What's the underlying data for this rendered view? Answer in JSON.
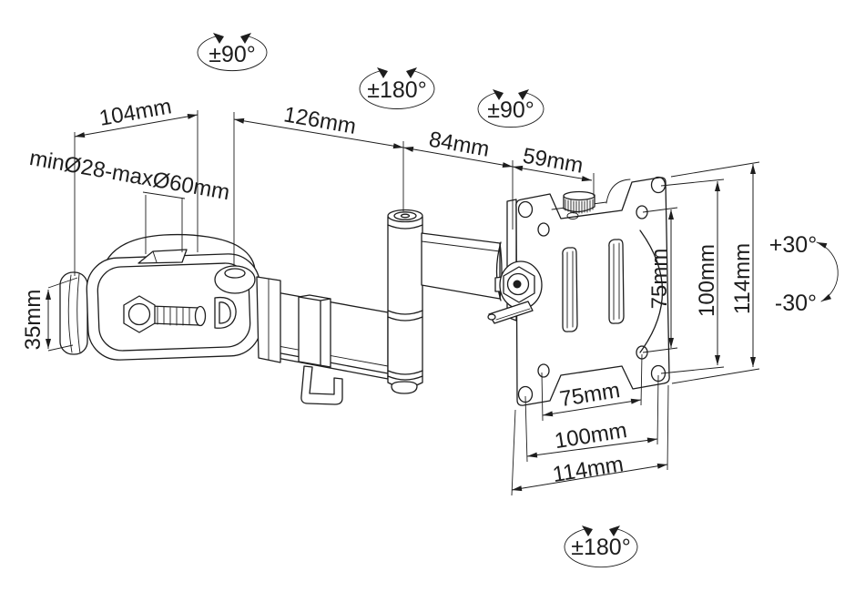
{
  "drawing": {
    "type": "technical-line-drawing",
    "subject": "articulating pole-mount monitor arm with VESA plate",
    "colors": {
      "line": "#1d1d1d",
      "background": "#ffffff"
    },
    "rotation_labels": {
      "clamp_swivel": "±90°",
      "mid_swivel": "±180°",
      "head_swivel": "±90°",
      "plate_rotation": "±180°",
      "tilt_up": "+30°",
      "tilt_down": "-30°"
    },
    "dimension_labels": {
      "clamp_depth": "104mm",
      "pole_diameter_range": "minØ28-maxØ60mm",
      "arm_length": "126mm",
      "head_arm_length": "84mm",
      "head_offset": "59mm",
      "clamp_pad_height": "35mm",
      "vesa_width_inner": "75mm",
      "vesa_width_outer": "100mm",
      "plate_width": "114mm",
      "vesa_height_inner": "75mm",
      "vesa_height_outer": "100mm",
      "plate_height": "114mm"
    }
  }
}
